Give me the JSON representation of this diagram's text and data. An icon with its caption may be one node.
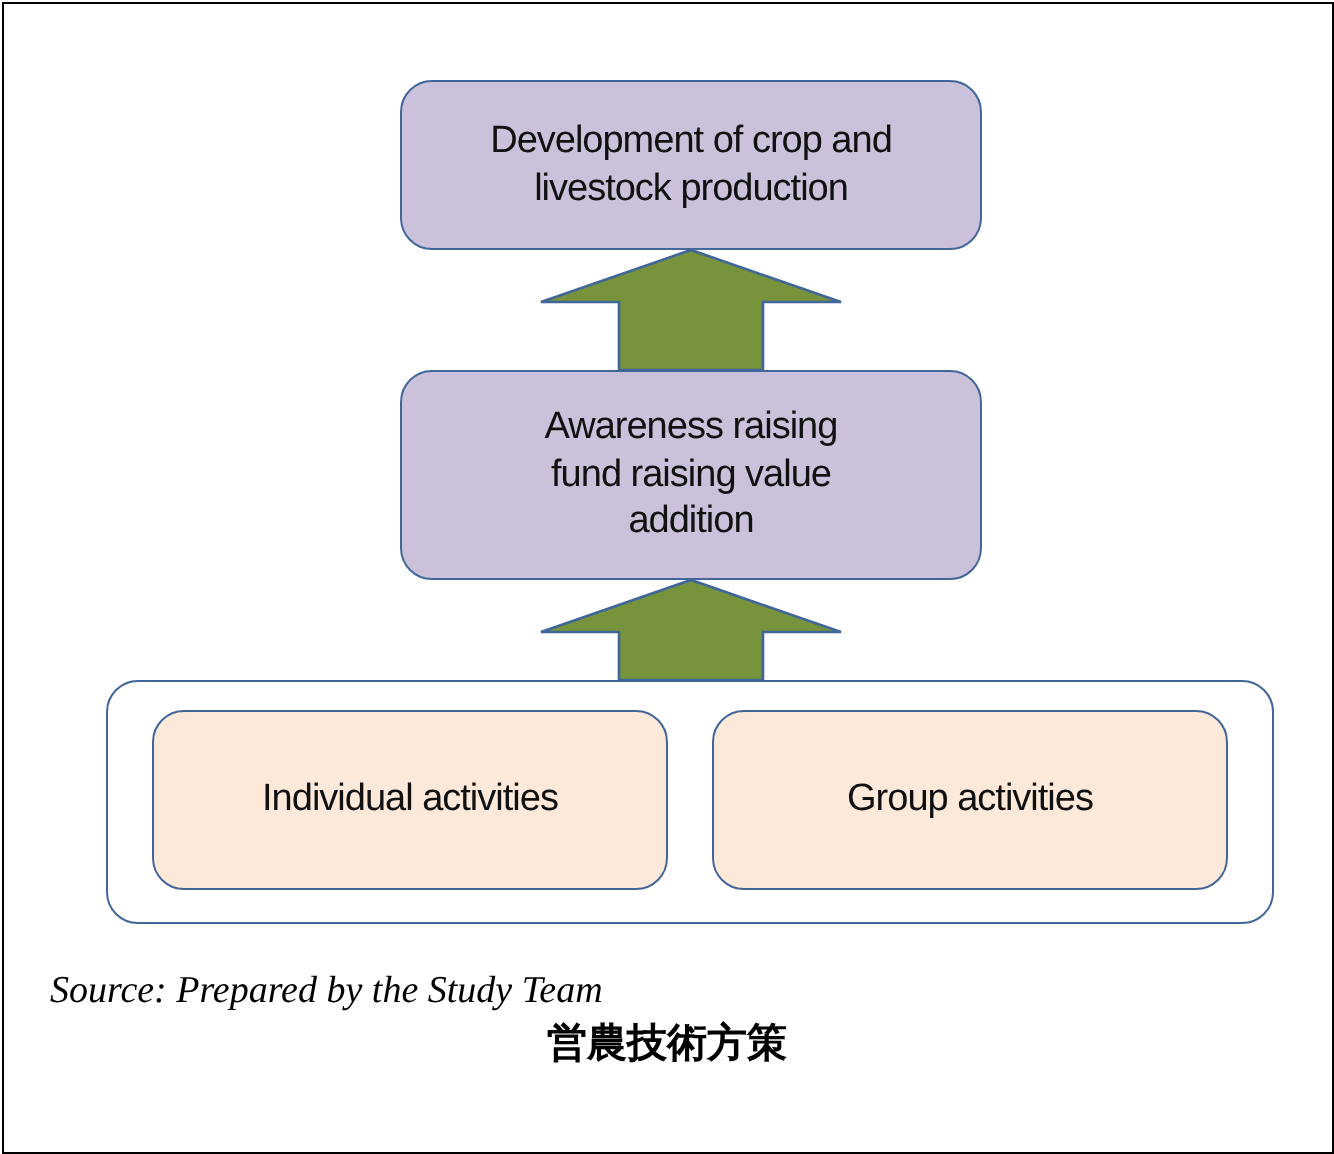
{
  "diagram": {
    "nodes": [
      {
        "text": [
          "Development of crop and livestock production"
        ]
      },
      {
        "text": [
          "Awareness raising fund raising value addition"
        ]
      },
      {
        "text": [],
        "shape": "box"
      },
      {
        "text": [
          "Individual activities"
        ],
        "in": 2
      },
      {
        "text": [
          "Group activities"
        ],
        "in": 2
      }
    ],
    "edges": [
      {
        "from": 2,
        "to": 1,
        "arrow": "to"
      },
      {
        "from": 1,
        "to": 0,
        "arrow": "to"
      }
    ],
    "labels": [
      "Source: Prepared by the Study Team",
      "営農技術方策"
    ]
  }
}
